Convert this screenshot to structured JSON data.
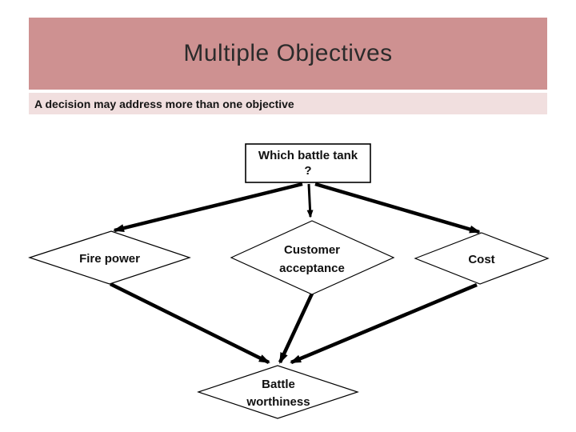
{
  "slide": {
    "title": "Multiple Objectives",
    "subtitle": "A decision may address more than one objective"
  },
  "colors": {
    "header_bg": "#ce9191",
    "subtitle_bg": "#f1dfdf",
    "title_text": "#2b2b2b",
    "body_text": "#151515",
    "diagram_stroke": "#000000"
  },
  "diagram": {
    "root": {
      "id": "which-battle-tank",
      "label": "Which battle tank ?",
      "line1": "Which battle tank",
      "line2": "?"
    },
    "nodes": [
      {
        "id": "fire-power",
        "label": "Fire power",
        "line1": "Fire power",
        "line2": ""
      },
      {
        "id": "customer-acceptance",
        "label": "Customer acceptance",
        "line1": "Customer",
        "line2": "acceptance"
      },
      {
        "id": "cost",
        "label": "Cost",
        "line1": "Cost",
        "line2": ""
      },
      {
        "id": "battle-worthiness",
        "label": "Battle worthiness",
        "line1": "Battle",
        "line2": "worthiness"
      }
    ],
    "edges": [
      {
        "from": "which-battle-tank",
        "to": "fire-power"
      },
      {
        "from": "which-battle-tank",
        "to": "customer-acceptance"
      },
      {
        "from": "which-battle-tank",
        "to": "cost"
      },
      {
        "from": "fire-power",
        "to": "battle-worthiness"
      },
      {
        "from": "customer-acceptance",
        "to": "battle-worthiness"
      },
      {
        "from": "cost",
        "to": "battle-worthiness"
      }
    ]
  }
}
